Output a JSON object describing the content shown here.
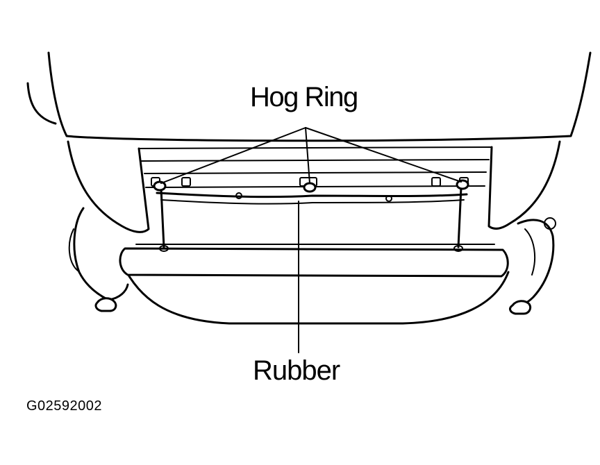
{
  "labels": {
    "hog_ring": "Hog Ring",
    "rubber": "Rubber"
  },
  "figure_id": "G02592002",
  "colors": {
    "line": "#000000",
    "background": "#ffffff"
  }
}
